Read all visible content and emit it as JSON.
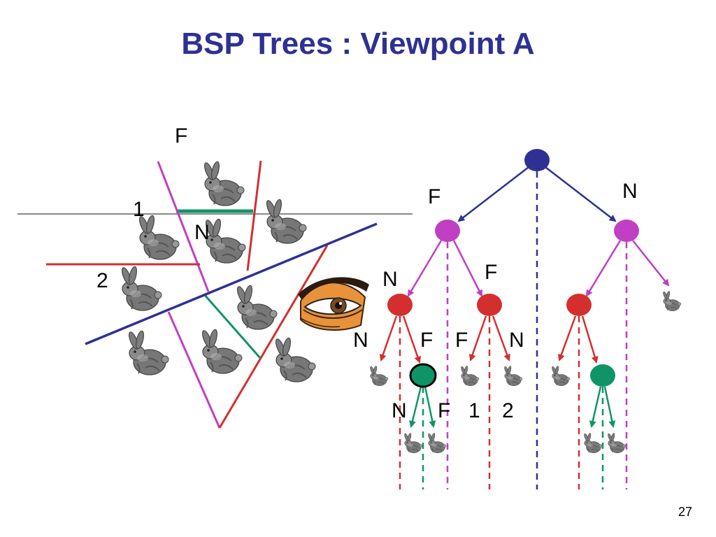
{
  "title": "BSP Trees : Viewpoint A",
  "page_number": "27",
  "scene": {
    "labels": {
      "far": "F",
      "near": "N",
      "plane1": "1",
      "plane2": "2"
    }
  },
  "tree": {
    "labels": {
      "root_left": "F",
      "root_right": "N",
      "a_left": "N",
      "a_right": "F",
      "b_left": "N",
      "b_right": "F",
      "c_left": "F",
      "c_right": "N",
      "d_left": "N",
      "d_right": "F",
      "order_1": "1",
      "order_2": "2"
    }
  },
  "colors": {
    "title": "#2e3192",
    "navy": "#2e3192",
    "magenta": "#c03fc3",
    "red": "#d32f2f",
    "green": "#0f9468",
    "bunny": "#7a7a7a"
  },
  "icons": {
    "bunny": "bunny-icon",
    "eye": "eye-icon"
  }
}
